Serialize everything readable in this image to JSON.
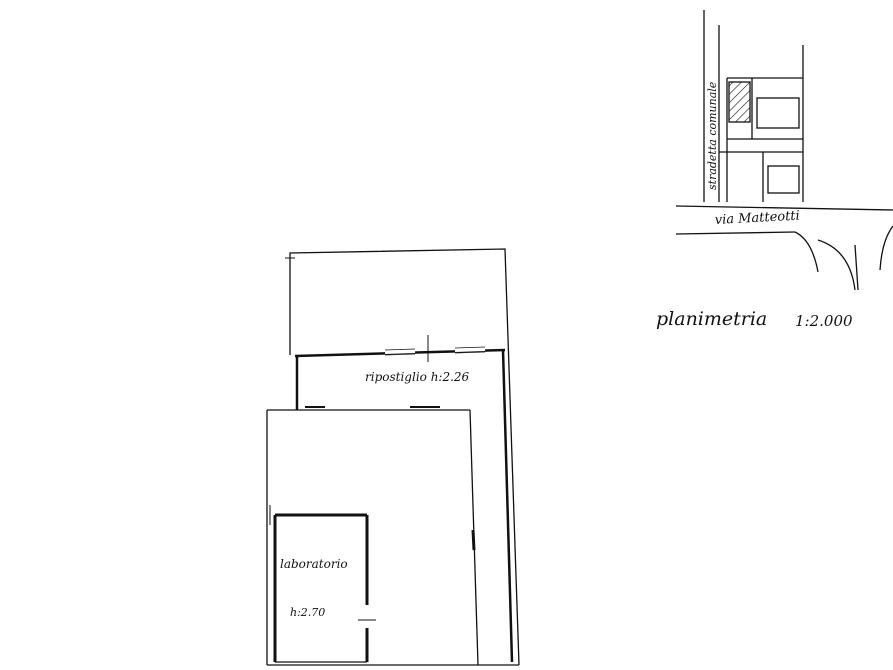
{
  "labels": {
    "planimetria": "planimetria",
    "scale": "1:2.000",
    "street": "via Matteotti",
    "side_street": "stradetta comunale",
    "ripostiglio": "ripostiglio h:2.26",
    "laboratorio": "laboratorio",
    "laboratorio_height": "h:2.70"
  },
  "colors": {
    "ink": "#111111",
    "paper": "#ffffff"
  }
}
